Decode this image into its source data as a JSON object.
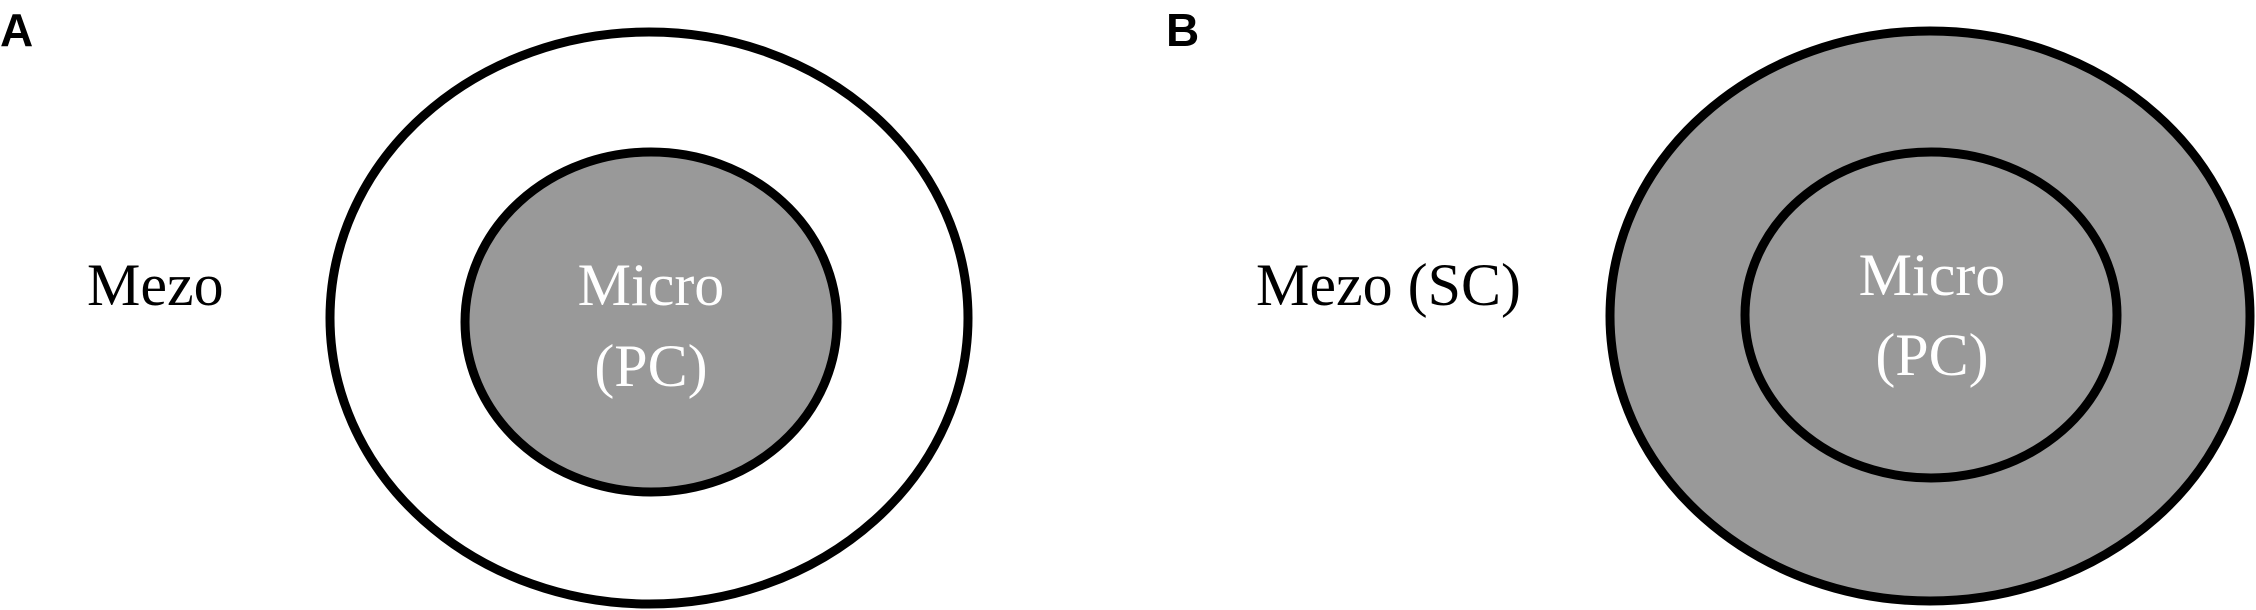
{
  "colors": {
    "stroke": "#000000",
    "fill_gray": "#999999",
    "fill_white": "#ffffff",
    "inner_text": "#ffffff",
    "outer_text": "#000000"
  },
  "panel_a": {
    "letter": "A",
    "outer_label": "Mezo",
    "inner_label_line1": "Micro",
    "inner_label_line2": "(PC)"
  },
  "panel_b": {
    "letter": "B",
    "outer_label": "Mezo (SC)",
    "inner_label_line1": "Micro",
    "inner_label_line2": "(PC)"
  }
}
